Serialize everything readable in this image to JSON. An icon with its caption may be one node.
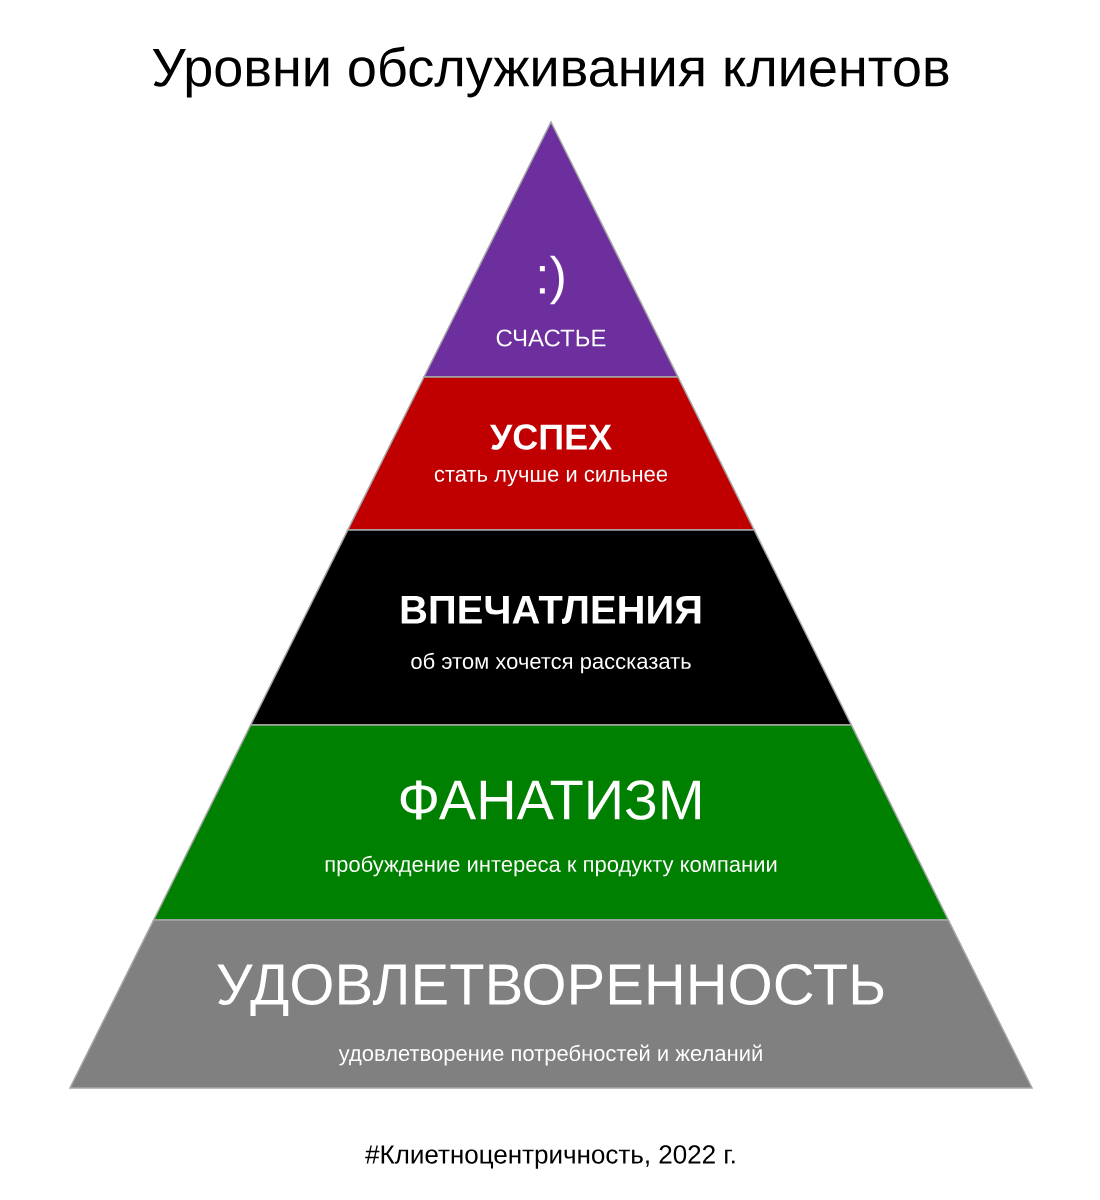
{
  "diagram": {
    "title": "Уровни обслуживания клиентов",
    "caption": "#Клиетноцентричность, 2022 г.",
    "nodes": [
      {
        "text": [
          ":)",
          "СЧАСТЬЕ"
        ]
      },
      {
        "text": [
          "УСПЕХ",
          "стать лучше и сильнее"
        ]
      },
      {
        "text": [
          "ВПЕЧАТЛЕНИЯ",
          "об этом хочется рассказать"
        ]
      },
      {
        "text": [
          "ФАНАТИЗМ",
          "пробуждение интереса к продукту компании"
        ]
      },
      {
        "text": [
          "УДОВЛЕТВОРЕННОСТЬ",
          "удовлетворение потребностей и желаний"
        ]
      }
    ]
  }
}
